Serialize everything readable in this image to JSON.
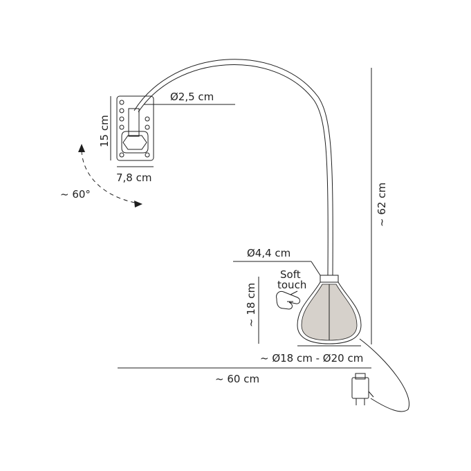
{
  "labels": {
    "tube_diameter": "Ø2,5 cm",
    "bracket_height": "15 cm",
    "bracket_width": "7,8 cm",
    "rotation": "~ 60°",
    "total_height": "~ 62 cm",
    "neck_diameter": "Ø4,4 cm",
    "soft_touch_1": "Soft",
    "soft_touch_2": "touch",
    "shade_height": "~ 18 cm",
    "shade_diameter": "~ Ø18 cm - Ø20 cm",
    "reach": "~ 60 cm"
  },
  "colors": {
    "ink": "#1e1e1e",
    "shade_inner": "#8a7a6a",
    "text": "#222222"
  },
  "icons": [
    "touch-hand-icon",
    "power-plug-icon",
    "rotation-arrow-icon"
  ]
}
